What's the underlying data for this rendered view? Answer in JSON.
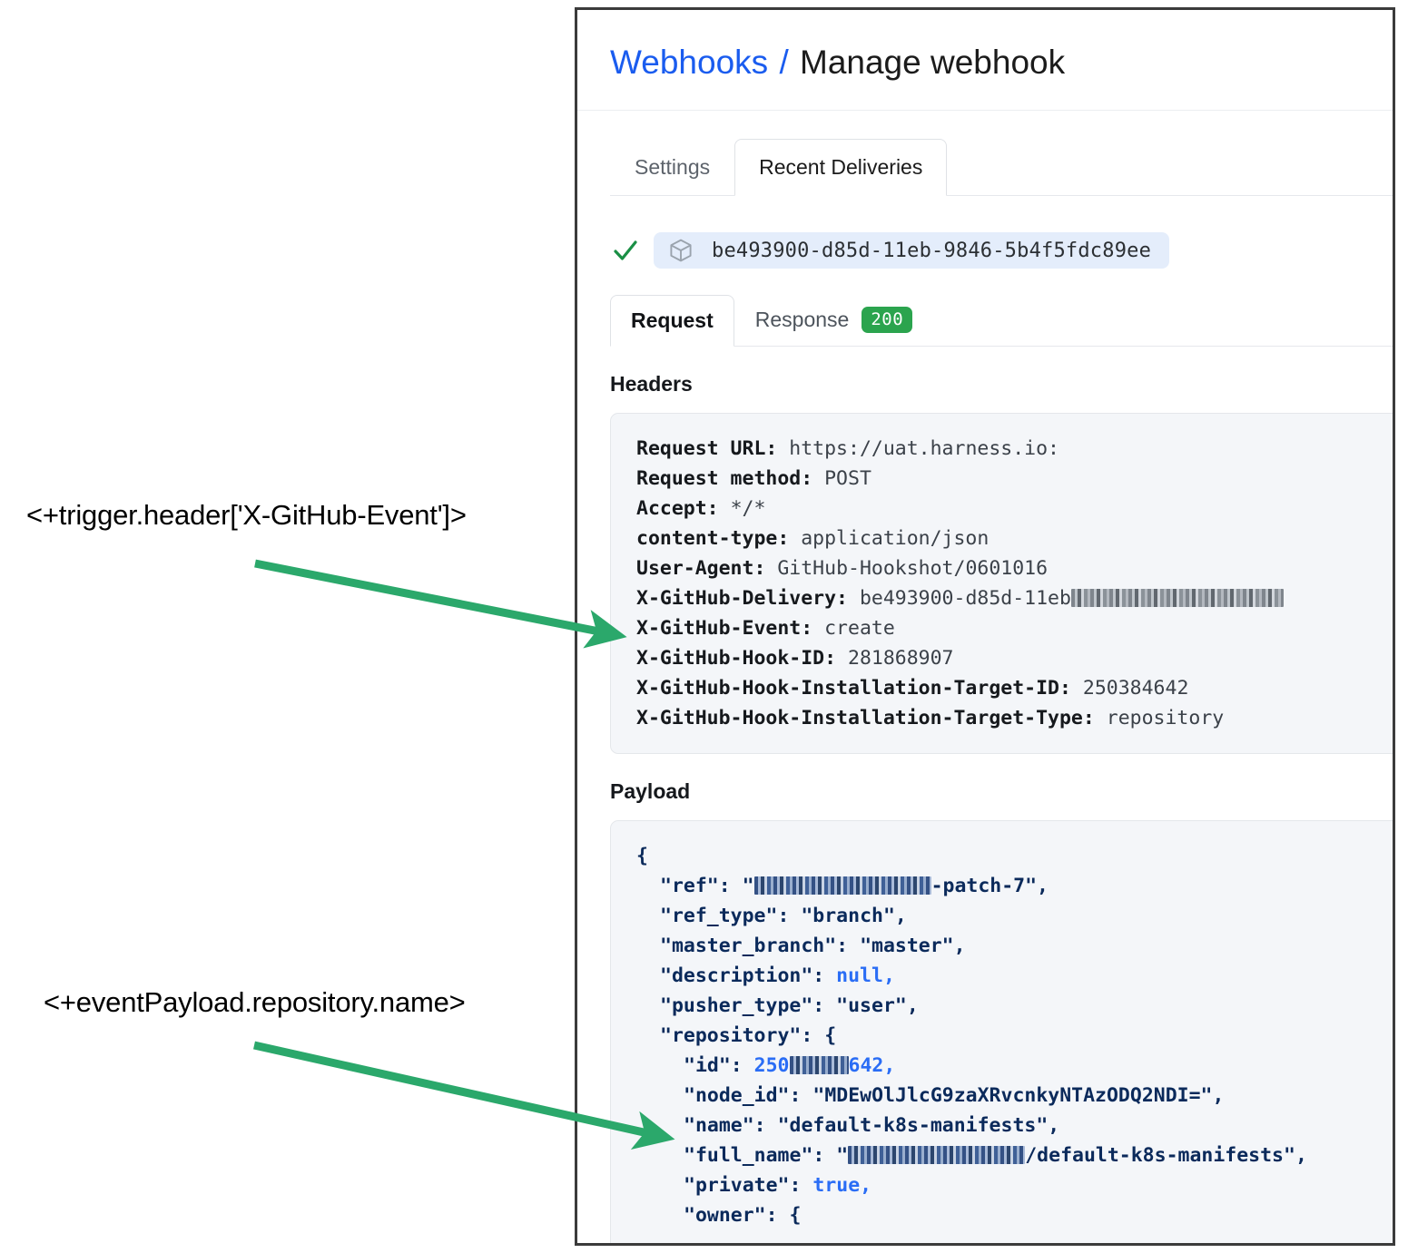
{
  "breadcrumb": {
    "root": "Webhooks",
    "separator": "/",
    "current": "Manage webhook"
  },
  "tabs": [
    {
      "label": "Settings",
      "active": false
    },
    {
      "label": "Recent Deliveries",
      "active": true
    }
  ],
  "delivery": {
    "status_icon": "check-icon",
    "package_icon": "cube-icon",
    "id": "be493900-d85d-11eb-9846-5b4f5fdc89ee"
  },
  "inner_tabs": [
    {
      "label": "Request",
      "active": true,
      "badge": null
    },
    {
      "label": "Response",
      "active": false,
      "badge": "200"
    }
  ],
  "sections": {
    "headers_title": "Headers",
    "payload_title": "Payload"
  },
  "headers": [
    {
      "key": "Request URL:",
      "value": "https://uat.harness.io:"
    },
    {
      "key": "Request method:",
      "value": "POST"
    },
    {
      "key": "Accept:",
      "value": "*/*"
    },
    {
      "key": "content-type:",
      "value": "application/json"
    },
    {
      "key": "User-Agent:",
      "value": "GitHub-Hookshot/0601016"
    },
    {
      "key": "X-GitHub-Delivery:",
      "value": "be493900-d85d-11eb-9846-5b4f5fdc89ee",
      "redacted_from": 18
    },
    {
      "key": "X-GitHub-Event:",
      "value": "create"
    },
    {
      "key": "X-GitHub-Hook-ID:",
      "value": "281868907"
    },
    {
      "key": "X-GitHub-Hook-Installation-Target-ID:",
      "value": "250384642"
    },
    {
      "key": "X-GitHub-Hook-Installation-Target-Type:",
      "value": "repository"
    }
  ],
  "payload": {
    "open_brace": "{",
    "lines": [
      {
        "key": "\"ref\"",
        "value_prefix": "\"",
        "redacted": true,
        "value_suffix": "-patch-7\",",
        "type": "string-redacted"
      },
      {
        "key": "\"ref_type\"",
        "value": "\"branch\",",
        "type": "string"
      },
      {
        "key": "\"master_branch\"",
        "value": "\"master\",",
        "type": "string"
      },
      {
        "key": "\"description\"",
        "value": "null,",
        "type": "literal"
      },
      {
        "key": "\"pusher_type\"",
        "value": "\"user\",",
        "type": "string"
      },
      {
        "key": "\"repository\"",
        "value": "{",
        "type": "object"
      },
      {
        "key": "\"id\"",
        "value_prefix": "250",
        "redacted": true,
        "value_suffix": "642,",
        "type": "number-redacted",
        "indent": 2
      },
      {
        "key": "\"node_id\"",
        "value": "\"MDEwOlJlcG9zaXRvcnkyNTAzODQ2NDI=\",",
        "type": "string",
        "indent": 2
      },
      {
        "key": "\"name\"",
        "value": "\"default-k8s-manifests\",",
        "type": "string",
        "indent": 2
      },
      {
        "key": "\"full_name\"",
        "value_prefix": "\"",
        "redacted": true,
        "value_suffix": "/default-k8s-manifests\",",
        "type": "string-redacted",
        "indent": 2
      },
      {
        "key": "\"private\"",
        "value": "true,",
        "type": "literal",
        "indent": 2
      },
      {
        "key": "\"owner\"",
        "value": "{",
        "type": "object",
        "indent": 2
      }
    ]
  },
  "annotations": [
    {
      "text": "<+trigger.header['X-GitHub-Event']>",
      "target": "X-GitHub-Event header row"
    },
    {
      "text": "<+eventPayload.repository.name>",
      "target": "repository name payload row"
    }
  ],
  "colors": {
    "link": "#1a5cef",
    "annotation_arrow": "#2ba86b",
    "status_badge": "#2ba44e",
    "chip_bg": "#e4edfb",
    "panel_bg": "#f4f6f9",
    "card_border": "#3b3b3b",
    "json_key": "#0b2a5b",
    "json_literal": "#2a6df5"
  }
}
